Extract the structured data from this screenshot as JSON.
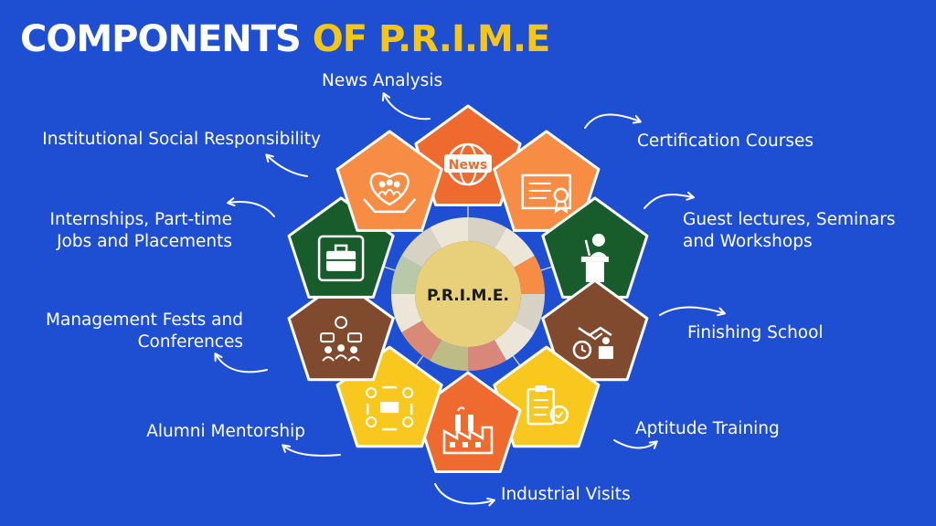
{
  "title": {
    "part1": "COMPONENTS",
    "part2": "OF P.R.I.M.E"
  },
  "center_label": "P.R.I.M.E.",
  "colors": {
    "background": "#1E4FD3",
    "orange": "#EE6A2E",
    "light_orange": "#F78D45",
    "green": "#195C2C",
    "brown": "#7F4A2D",
    "yellow": "#F8C81F",
    "center": "#E8D07A"
  },
  "components": [
    {
      "label_lines": [
        "News Analysis"
      ],
      "icon": "news-globe-icon",
      "color": "orange"
    },
    {
      "label_lines": [
        "Certification Courses"
      ],
      "icon": "certificate-icon",
      "color": "light_orange"
    },
    {
      "label_lines": [
        "Guest lectures, Seminars",
        "and Workshops"
      ],
      "icon": "podium-speaker-icon",
      "color": "green"
    },
    {
      "label_lines": [
        "Finishing School"
      ],
      "icon": "handshake-clock-icon",
      "color": "brown"
    },
    {
      "label_lines": [
        "Aptitude Training"
      ],
      "icon": "clipboard-check-icon",
      "color": "yellow"
    },
    {
      "label_lines": [
        "Industrial Visits"
      ],
      "icon": "factory-icon",
      "color": "orange"
    },
    {
      "label_lines": [
        "Alumni Mentorship"
      ],
      "icon": "mentorship-table-icon",
      "color": "yellow"
    },
    {
      "label_lines": [
        "Management Fests and",
        "Conferences"
      ],
      "icon": "discussion-group-icon",
      "color": "brown"
    },
    {
      "label_lines": [
        "Internships, Part-time",
        "Jobs and Placements"
      ],
      "icon": "briefcase-icon",
      "color": "green"
    },
    {
      "label_lines": [
        "Institutional Social Responsibility"
      ],
      "icon": "heart-hands-people-icon",
      "color": "light_orange"
    }
  ]
}
